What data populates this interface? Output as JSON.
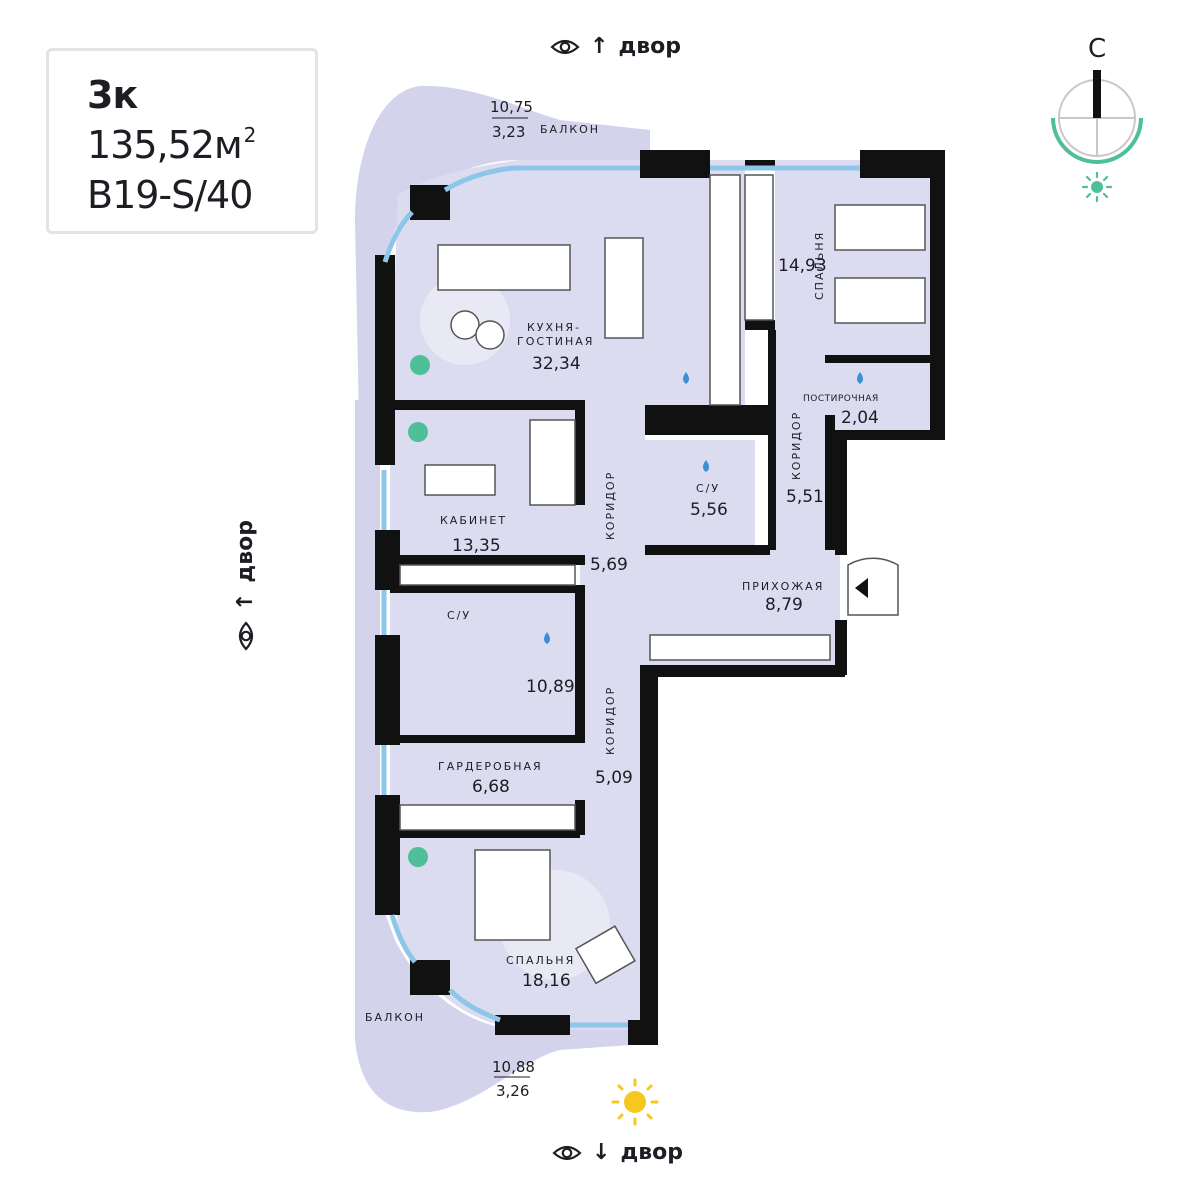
{
  "info": {
    "rooms": "3к",
    "area": "135,52м",
    "area_sup": "2",
    "code": "B19-S/40"
  },
  "views": {
    "top": "двор",
    "left": "двор",
    "bottom": "двор"
  },
  "compass": {
    "north_label": "С"
  },
  "rooms": {
    "balcony_top_area1": "10,75",
    "balcony_top_area2": "3,23",
    "balcony_top_name": "БАЛКОН",
    "kitchen_name1": "КУХНЯ-",
    "kitchen_name2": "ГОСТИНАЯ",
    "kitchen_area": "32,34",
    "bedroom_ne_name": "СПАЛЬНЯ",
    "bedroom_ne_area": "14,93",
    "laundry_name": "ПОСТИРОЧНАЯ",
    "laundry_area": "2,04",
    "corridor_e_name": "КОРИДОР",
    "corridor_e_area": "5,51",
    "bath_e_name": "С/У",
    "bath_e_area": "5,56",
    "study_name": "КАБИНЕТ",
    "study_area": "13,35",
    "corridor_c_name": "КОРИДОР",
    "corridor_c_area": "5,69",
    "hall_name": "ПРИХОЖАЯ",
    "hall_area": "8,79",
    "bath_w_name": "С/У",
    "bath_w_area": "10,89",
    "corridor_s_name": "КОРИДОР",
    "corridor_s_area": "5,09",
    "wardrobe_name": "ГАРДЕРОБНАЯ",
    "wardrobe_area": "6,68",
    "bedroom_s_name": "СПАЛЬНЯ",
    "bedroom_s_area": "18,16",
    "balcony_bottom_name": "БАЛКОН",
    "balcony_bottom_area1": "10,88",
    "balcony_bottom_area2": "3,26"
  },
  "colors": {
    "room_fill": "#dcdcf0",
    "balcony_fill": "#d3d3ec",
    "wall": "#111111",
    "window": "#8ec6ea",
    "accent_green": "#4fbf99",
    "sun": "#f6c81e",
    "water_drop": "#3a8fd6"
  },
  "icons": [
    "eye-icon",
    "arrow-up-icon",
    "arrow-down-icon",
    "compass-icon",
    "sun-icon",
    "water-drop-icon",
    "plant-icon",
    "entrance-arrow-icon"
  ]
}
